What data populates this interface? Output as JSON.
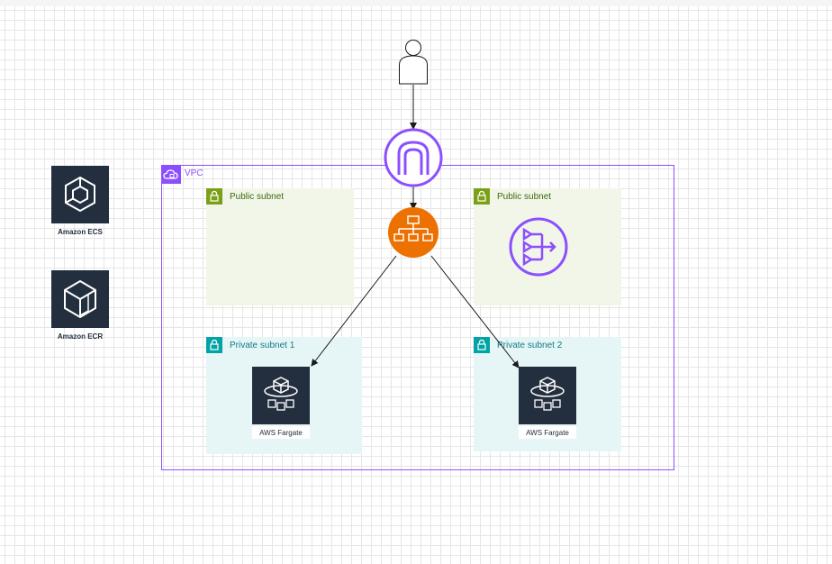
{
  "sidebar_icons": [
    {
      "icon": "amazon-ecs-icon",
      "label": "Amazon ECS"
    },
    {
      "icon": "amazon-ecr-icon",
      "label": "Amazon ECR"
    }
  ],
  "vpc": {
    "title": "VPC",
    "color": "#8c4fff"
  },
  "public_subnets": [
    {
      "title": "Public subnet",
      "color": "#7aa116",
      "fill": "#f2f6e8"
    },
    {
      "title": "Public subnet",
      "color": "#7aa116",
      "fill": "#f2f6e8"
    }
  ],
  "private_subnets": [
    {
      "title": "Private subnet 1",
      "color": "#00a4a6",
      "fill": "#e6f6f7",
      "service": "AWS Fargate"
    },
    {
      "title": "Private subnet 2",
      "color": "#00a4a6",
      "fill": "#e6f6f7",
      "service": "AWS Fargate"
    }
  ],
  "nodes": {
    "user": "user-icon",
    "gateway": "internet-gateway-icon",
    "load_balancer": "application-load-balancer-icon",
    "nat": "nat-gateway-icon"
  },
  "colors": {
    "aws_dark": "#232f3e",
    "vpc": "#8c4fff",
    "elb": "#ed7100"
  }
}
